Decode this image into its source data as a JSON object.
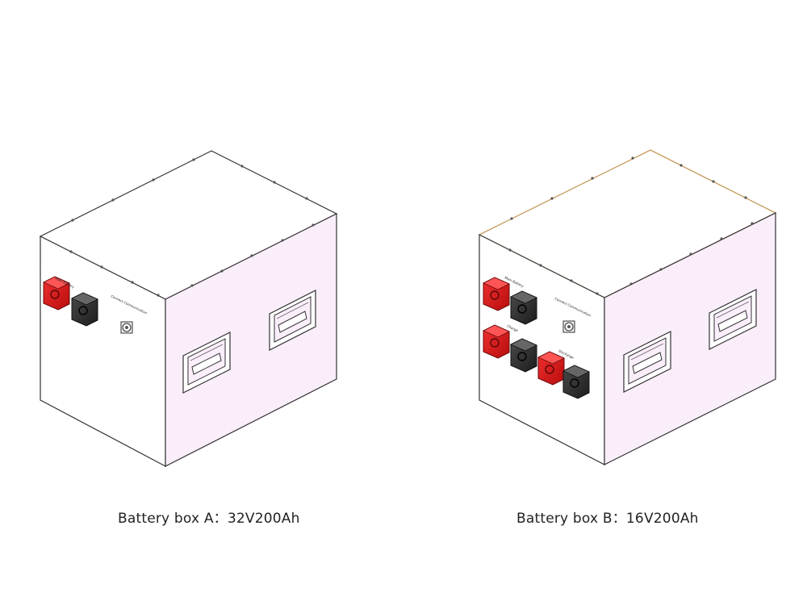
{
  "boxes": [
    {
      "caption": "Battery box A：32V200Ah",
      "front_labels": [
        "Main Battery",
        "Connect Communication"
      ]
    },
    {
      "caption": "Battery box B：16V200Ah",
      "front_labels": [
        "Main Battery",
        "Connect Communication",
        "Charge",
        "Discharge"
      ]
    }
  ],
  "colors": {
    "outline": "#333333",
    "side_face": "#fbeefb",
    "terminal_positive": "#e01818",
    "terminal_negative": "#2d2d2d",
    "lid_edge_b": "#c79a5a"
  }
}
